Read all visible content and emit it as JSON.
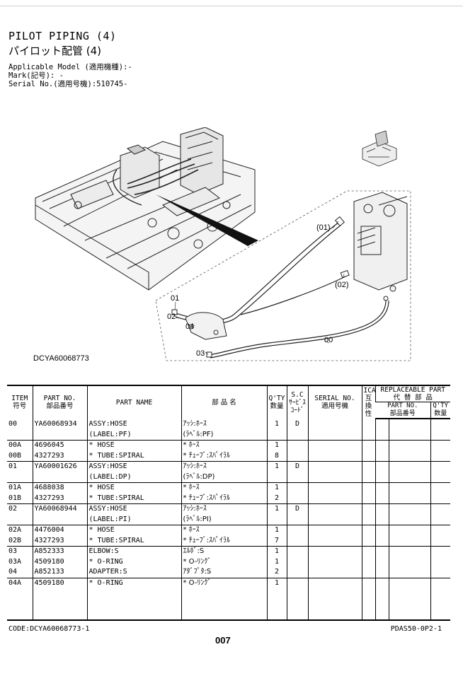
{
  "header": {
    "title_en": "PILOT PIPING (4)",
    "title_jp": "パイロット配管 (4)",
    "applicable_model": "Applicable Model (適用機種):-",
    "mark": "Mark(記号): -",
    "serial_no": "Serial No.(適用号機):510745-"
  },
  "diagram": {
    "code": "DCYA60068773",
    "labels": {
      "l01a": "(01)",
      "l02a": "(02)",
      "l01b": "01",
      "l02b": "02",
      "l04": "04",
      "l03": "03",
      "l00": "00"
    }
  },
  "table": {
    "headers": {
      "item": "ITEM",
      "item_jp": "符号",
      "part_no": "PART NO.",
      "part_no_jp": "部品番号",
      "part_name": "PART NAME",
      "name_jp": "部 品 名",
      "qty": "Q'TY",
      "qty_jp": "数量",
      "sc1": "S.C",
      "sc2": "ｻｰﾋﾞｽ",
      "sc3": "ｺｰﾄﾞ",
      "serial": "SERIAL NO.",
      "serial_jp": "適用号機",
      "ica1": "ICA",
      "ica2": "互",
      "ica3": "換",
      "ica4": "性",
      "repl": "REPLACEABLE PART",
      "repl_jp": "代 替 部 品",
      "repl_part": "PART NO.",
      "repl_part_jp": "部品番号",
      "repl_qty": "Q'TY",
      "repl_qty_jp": "数量"
    },
    "rows": [
      {
        "item": "00",
        "part": "YA60068934",
        "name": "ASSY:HOSE",
        "jp": "ｱｯｼ:ﾎｰｽ",
        "qty": "1",
        "sc": "D"
      },
      {
        "item": "",
        "part": "",
        "name": "(LABEL:PF)",
        "jp": "(ﾗﾍﾞﾙ:PF)",
        "qty": "",
        "sc": ""
      },
      {
        "item": "00A",
        "part": "4696045",
        "name": "* HOSE",
        "jp": "* ﾎｰｽ",
        "qty": "1",
        "sc": ""
      },
      {
        "item": "00B",
        "part": "4327293",
        "name": "* TUBE:SPIRAL",
        "jp": "* ﾁｭｰﾌﾞ:ｽﾊﾟｲﾗﾙ",
        "qty": "8",
        "sc": ""
      },
      {
        "item": "01",
        "part": "YA60001626",
        "name": "ASSY:HOSE",
        "jp": "ｱｯｼ:ﾎｰｽ",
        "qty": "1",
        "sc": "D"
      },
      {
        "item": "",
        "part": "",
        "name": "(LABEL:DP)",
        "jp": "(ﾗﾍﾞﾙ:DP)",
        "qty": "",
        "sc": ""
      },
      {
        "item": "01A",
        "part": "4688038",
        "name": "* HOSE",
        "jp": "* ﾎｰｽ",
        "qty": "1",
        "sc": ""
      },
      {
        "item": "01B",
        "part": "4327293",
        "name": "* TUBE:SPIRAL",
        "jp": "* ﾁｭｰﾌﾞ:ｽﾊﾟｲﾗﾙ",
        "qty": "2",
        "sc": ""
      },
      {
        "item": "02",
        "part": "YA60068944",
        "name": "ASSY:HOSE",
        "jp": "ｱｯｼ:ﾎｰｽ",
        "qty": "1",
        "sc": "D"
      },
      {
        "item": "",
        "part": "",
        "name": "(LABEL:PI)",
        "jp": "(ﾗﾍﾞﾙ:PI)",
        "qty": "",
        "sc": ""
      },
      {
        "item": "02A",
        "part": "4476004",
        "name": "* HOSE",
        "jp": "* ﾎｰｽ",
        "qty": "1",
        "sc": ""
      },
      {
        "item": "02B",
        "part": "4327293",
        "name": "* TUBE:SPIRAL",
        "jp": "* ﾁｭｰﾌﾞ:ｽﾊﾟｲﾗﾙ",
        "qty": "7",
        "sc": ""
      },
      {
        "item": "03",
        "part": "A852333",
        "name": "ELBOW:S",
        "jp": "ｴﾙﾎﾞ:S",
        "qty": "1",
        "sc": ""
      },
      {
        "item": "03A",
        "part": "4509180",
        "name": "* O-RING",
        "jp": "* O-ﾘﾝｸﾞ",
        "qty": "1",
        "sc": ""
      },
      {
        "item": "04",
        "part": "A852133",
        "name": "ADAPTER:S",
        "jp": "ｱﾀﾞﾌﾟﾀ:S",
        "qty": "2",
        "sc": ""
      },
      {
        "item": "04A",
        "part": "4509180",
        "name": "* O-RING",
        "jp": "* O-ﾘﾝｸﾞ",
        "qty": "1",
        "sc": ""
      }
    ]
  },
  "footer": {
    "code_left": "CODE:DCYA60068773-1",
    "code_right": "PDAS50-0P2-1",
    "page": "007"
  }
}
